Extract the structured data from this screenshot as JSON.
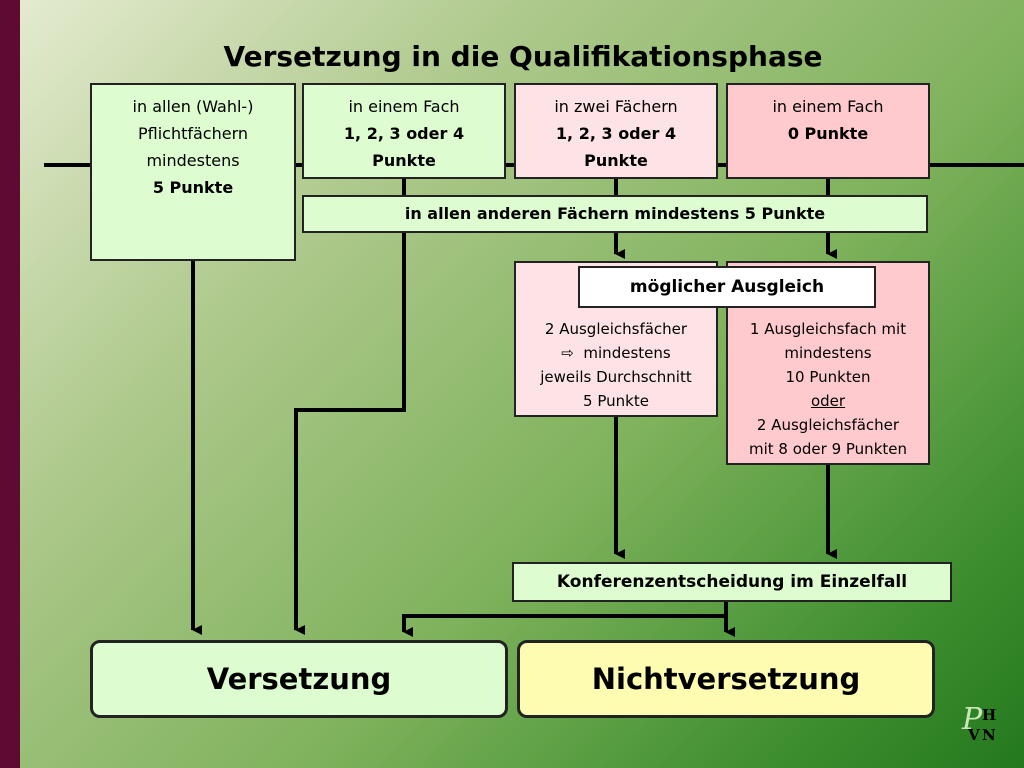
{
  "title": "Versetzung in die Qualifikationsphase",
  "boxes": {
    "all_subjects": {
      "l1": "in allen (Wahl-)",
      "l2": "Pflichtfächern",
      "l3": "mindestens",
      "l4": "5 Punkte"
    },
    "one_subject": {
      "l1": "in einem Fach",
      "l2": "1, 2, 3 oder 4",
      "l3": "Punkte"
    },
    "two_subjects": {
      "l1": "in zwei Fächern",
      "l2": "1, 2, 3 oder 4",
      "l3": "Punkte"
    },
    "one_subject_zero": {
      "l1": "in einem Fach",
      "l2": "0 Punkte"
    },
    "all_others": "in allen anderen Fächern mindestens 5 Punkte",
    "compensation": "möglicher Ausgleich",
    "two_comp": {
      "l1": "2 Ausgleichsfächer",
      "arrow": "⇨",
      "l2": "mindestens",
      "l3": "jeweils Durchschnitt",
      "l4": "5 Punkte"
    },
    "one_comp": {
      "l1": "1 Ausgleichsfach mit",
      "l2": "mindestens",
      "l3": "10 Punkten",
      "l4": "oder",
      "l5": "2 Ausgleichsfächer",
      "l6": "mit 8 oder 9 Punkten"
    },
    "conference": "Konferenzentscheidung im Einzelfall"
  },
  "outcomes": {
    "promotion": "Versetzung",
    "no_promotion": "Nichtversetzung"
  },
  "logo": {
    "p": "P",
    "h": "H",
    "v": "V",
    "n": "N"
  },
  "colors": {
    "left_bar": "#5e0a32",
    "green_box": "#ddfccf",
    "pink_box": "#fde3e6",
    "red_box": "#fecacd",
    "yellow_box": "#fdfcb0"
  }
}
